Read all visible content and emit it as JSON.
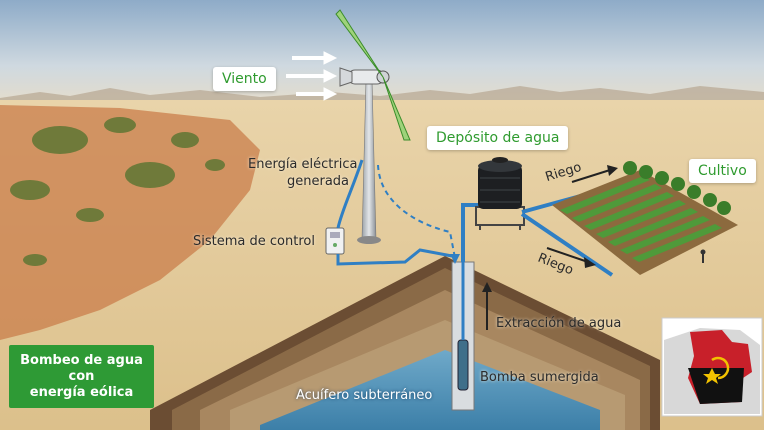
{
  "labels": {
    "viento": "Viento",
    "energia_line1": "Energía eléctrica",
    "energia_line2": "generada",
    "sistema_control": "Sistema de control",
    "deposito": "Depósito de agua",
    "cultivo": "Cultivo",
    "riego_top": "Riego",
    "riego_bottom": "Riego",
    "extraccion": "Extracción de agua",
    "bomba": "Bomba sumergida",
    "acuifero": "Acuífero subterráneo"
  },
  "title": {
    "line1": "Bombeo de agua",
    "line2": "con",
    "line3": "energía eólica"
  },
  "colors": {
    "sky_top": "#9fb9d2",
    "sand": "#e6cfa3",
    "red_soil": "#c9794a",
    "pipe_blue": "#2f7fc4",
    "label_green": "#2f9b2f",
    "title_green": "#2e9a35",
    "angola_red": "#c8202a",
    "angola_black": "#111111"
  },
  "icons": [
    "wind-arrow-icon",
    "control-box-icon",
    "water-tank-icon",
    "pump-icon",
    "angola-map-icon"
  ]
}
